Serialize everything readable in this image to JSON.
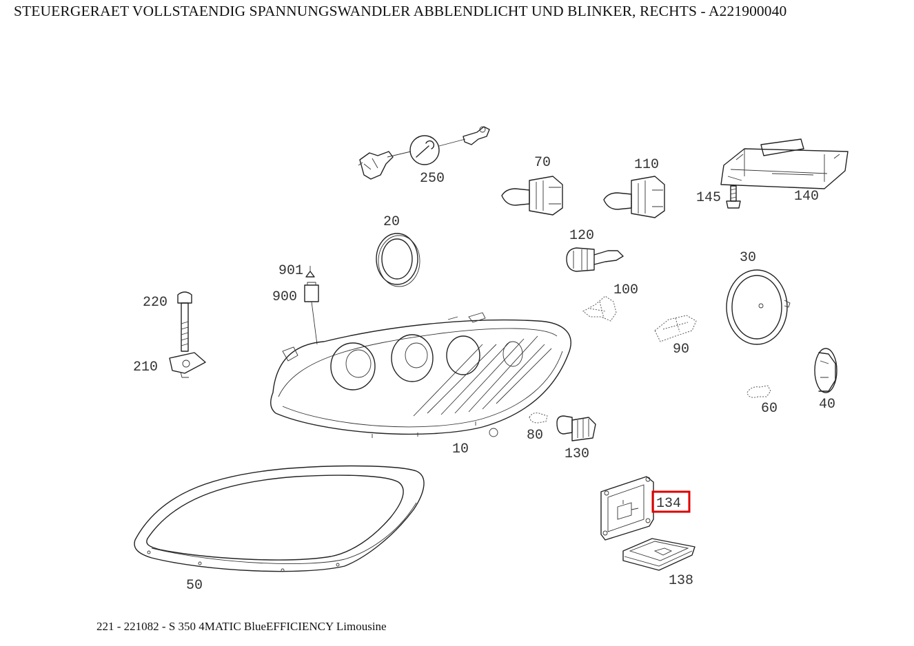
{
  "header": {
    "title": "STEUERGERAET VOLLSTAENDIG SPANNUNGSWANDLER ABBLENDLICHT UND BLINKER, RECHTS - A221900040"
  },
  "footer": {
    "vehicle": "221 - 221082 - S 350 4MATIC BlueEFFICIENCY Limousine"
  },
  "parts": {
    "p10": "10",
    "p20": "20",
    "p30": "30",
    "p40": "40",
    "p50": "50",
    "p60": "60",
    "p70": "70",
    "p80": "80",
    "p90": "90",
    "p100": "100",
    "p110": "110",
    "p120": "120",
    "p130": "130",
    "p134": "134",
    "p138": "138",
    "p140": "140",
    "p145": "145",
    "p210": "210",
    "p220": "220",
    "p250": "250",
    "p900": "900",
    "p901": "901"
  },
  "highlight": {
    "selected_part": "134",
    "color": "#e00000"
  }
}
